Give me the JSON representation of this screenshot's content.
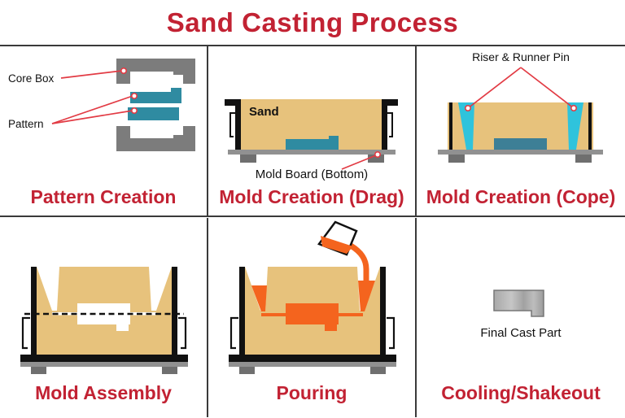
{
  "header": {
    "title": "Sand Casting Process"
  },
  "colors": {
    "title_red": "#c22233",
    "pointer_red": "#e23b44",
    "sand": "#e7c27c",
    "pattern_teal": "#2f8ba1",
    "cope_pattern_teal": "#3d7f96",
    "pin_cyan": "#2fc3dc",
    "molten_orange": "#f4641e",
    "core_box_gray": "#7c7c7c",
    "board_gray": "#919191",
    "foot_gray": "#6f6f6f",
    "frame_black": "#111111"
  },
  "panels": {
    "pattern_creation": {
      "title": "Pattern Creation",
      "labels": {
        "core_box": "Core Box",
        "pattern": "Pattern"
      }
    },
    "mold_drag": {
      "title": "Mold Creation (Drag)",
      "labels": {
        "sand": "Sand",
        "mold_board": "Mold Board (Bottom)"
      }
    },
    "mold_cope": {
      "title": "Mold Creation (Cope)",
      "labels": {
        "riser_runner": "Riser & Runner Pin"
      }
    },
    "mold_assembly": {
      "title": "Mold Assembly"
    },
    "pouring": {
      "title": "Pouring"
    },
    "cooling": {
      "title": "Cooling/Shakeout",
      "labels": {
        "final_cast": "Final Cast Part"
      }
    }
  }
}
